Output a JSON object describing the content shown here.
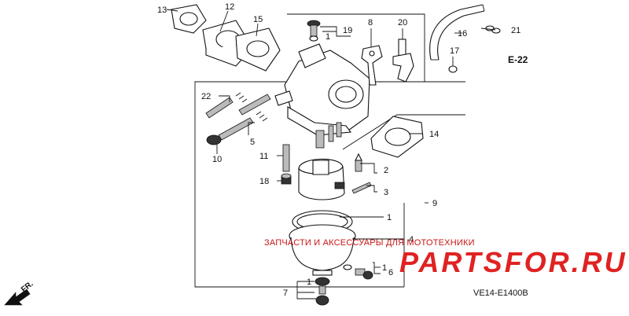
{
  "diagram": {
    "part_labels": [
      "1",
      "2",
      "3",
      "4",
      "5",
      "6",
      "7",
      "8",
      "9",
      "10",
      "11",
      "12",
      "13",
      "14",
      "15",
      "16",
      "17",
      "18",
      "19",
      "20",
      "21",
      "22"
    ],
    "ref_label": "E-22",
    "direction_label": "FR.",
    "diagram_code": "VE14-E1400B"
  },
  "watermark": {
    "text": "ЗАПЧАСТИ И АКСЕССУАРЫ ДЛЯ МОТОТЕХНИКИ",
    "logo": "PARTSFOR.RU",
    "color": "#c81616"
  }
}
